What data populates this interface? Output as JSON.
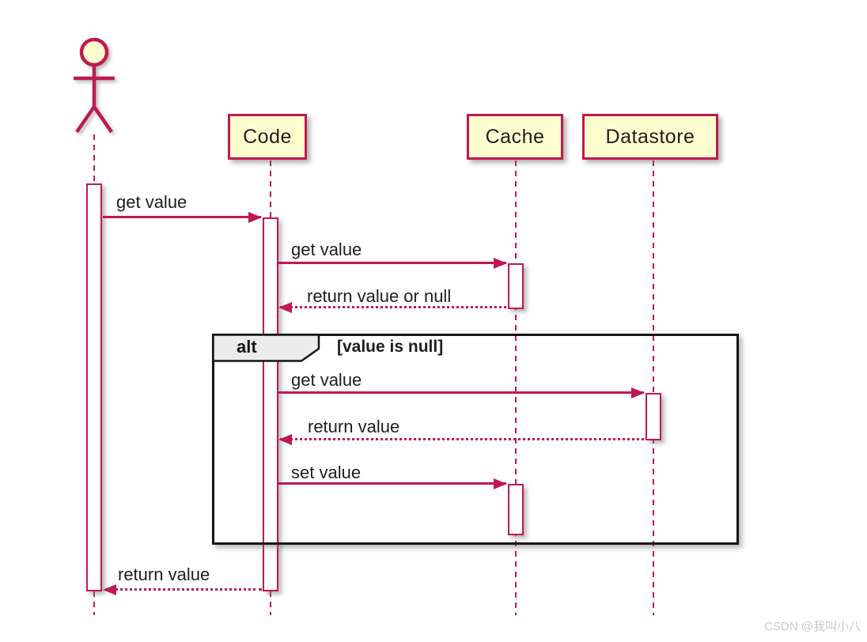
{
  "diagram": {
    "type": "sequence-diagram",
    "participants": [
      {
        "id": "user",
        "kind": "actor",
        "label": ""
      },
      {
        "id": "code",
        "kind": "participant",
        "label": "Code"
      },
      {
        "id": "cache",
        "kind": "participant",
        "label": "Cache"
      },
      {
        "id": "datastore",
        "kind": "participant",
        "label": "Datastore"
      }
    ],
    "messages": [
      {
        "from": "user",
        "to": "code",
        "label": "get value",
        "style": "solid"
      },
      {
        "from": "code",
        "to": "cache",
        "label": "get value",
        "style": "solid"
      },
      {
        "from": "cache",
        "to": "code",
        "label": "return value or null",
        "style": "dotted"
      },
      {
        "from": "code",
        "to": "datastore",
        "label": "get value",
        "style": "solid"
      },
      {
        "from": "datastore",
        "to": "code",
        "label": "return value",
        "style": "dotted"
      },
      {
        "from": "code",
        "to": "cache",
        "label": "set value",
        "style": "solid"
      },
      {
        "from": "code",
        "to": "user",
        "label": "return value",
        "style": "dotted"
      }
    ],
    "fragment": {
      "operator": "alt",
      "guard": "[value is null]"
    },
    "colors": {
      "stroke": "#C0194E",
      "participant_fill": "#FEFECE",
      "frame": "#151515",
      "text": "#1E1E1E",
      "watermark_text": "#C9C9C9"
    },
    "watermark": "CSDN @我叫小八"
  }
}
